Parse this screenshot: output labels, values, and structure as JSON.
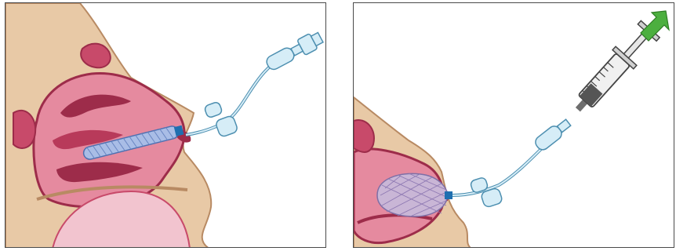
{
  "figure": {
    "panels": [
      {
        "id": "before-inflation",
        "state": "deflated",
        "has_syringe": false
      },
      {
        "id": "after-inflation",
        "state": "inflated",
        "has_syringe": true
      }
    ],
    "colors": {
      "border": "#4a4a4a",
      "bone": "#e8c9a6",
      "bone_edge": "#b88a63",
      "tissue_light": "#e58a9f",
      "tissue_dark": "#9d2c4a",
      "tissue_mid": "#c84a6a",
      "tissue_pale": "#f2c4cf",
      "tube": "#9fd0e6",
      "tube_edge": "#4d8fb0",
      "mesh": "#7e8fc6",
      "connector": "#d6edf7",
      "arrow": "#4caf3f"
    }
  }
}
